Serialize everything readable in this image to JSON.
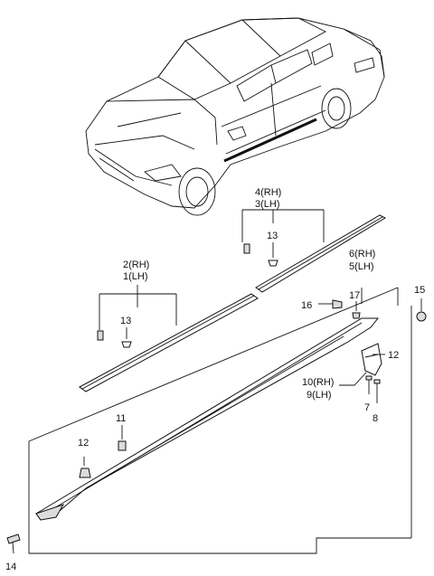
{
  "callouts": {
    "c_14": "14",
    "c_12_left": "12",
    "c_11": "11",
    "c_2rh": "2(RH)",
    "c_1lh": "1(LH)",
    "c_13_left": "13",
    "c_4rh": "4(RH)",
    "c_3lh": "3(LH)",
    "c_13_right": "13",
    "c_6rh": "6(RH)",
    "c_5lh": "5(LH)",
    "c_15": "15",
    "c_16": "16",
    "c_17": "17",
    "c_12_right": "12",
    "c_10rh": "10(RH)",
    "c_9lh": "9(LH)",
    "c_7": "7",
    "c_8": "8"
  }
}
